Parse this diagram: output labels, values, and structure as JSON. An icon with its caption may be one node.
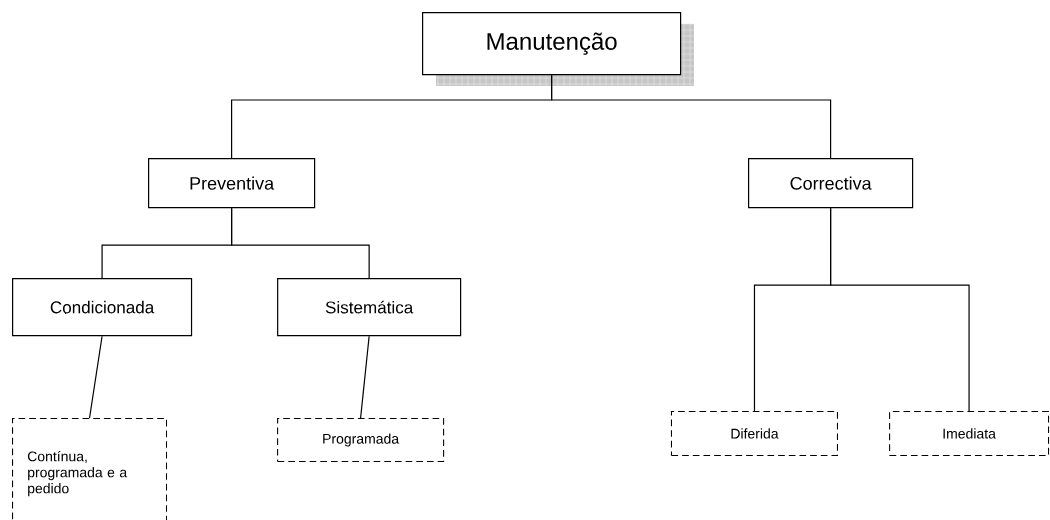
{
  "diagram": {
    "nodes": [
      {
        "text": [
          "Manutenção"
        ]
      },
      {
        "text": [
          "Preventiva"
        ]
      },
      {
        "text": [
          "Correctiva"
        ]
      },
      {
        "text": [
          "Condicionada"
        ]
      },
      {
        "text": [
          "Sistemática"
        ]
      },
      {
        "text": [
          "Contínua, programada e a pedido"
        ]
      },
      {
        "text": [
          "Programada"
        ]
      },
      {
        "text": [
          "Diferida"
        ]
      },
      {
        "text": [
          "Imediata"
        ]
      }
    ],
    "edges": [
      {
        "from": 0,
        "to": 1,
        "arrow": "none"
      },
      {
        "from": 0,
        "to": 2,
        "arrow": "none"
      },
      {
        "from": 1,
        "to": 3,
        "arrow": "none"
      },
      {
        "from": 1,
        "to": 4,
        "arrow": "none"
      },
      {
        "from": 3,
        "to": 5,
        "arrow": "none"
      },
      {
        "from": 4,
        "to": 6,
        "arrow": "none"
      },
      {
        "from": 2,
        "to": 7,
        "arrow": "none"
      },
      {
        "from": 2,
        "to": 8,
        "arrow": "none"
      }
    ]
  }
}
